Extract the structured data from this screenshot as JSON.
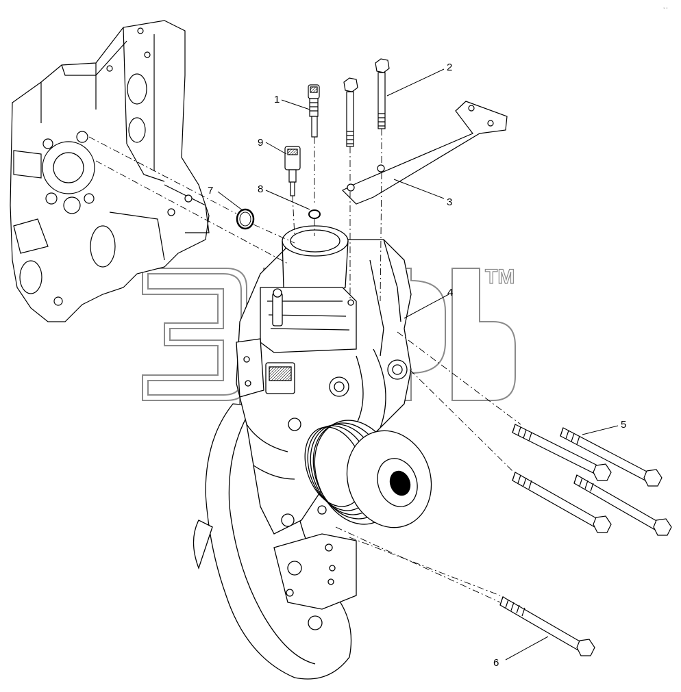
{
  "callouts": [
    {
      "id": "c1",
      "label": "1"
    },
    {
      "id": "c2",
      "label": "2"
    },
    {
      "id": "c3",
      "label": "3"
    },
    {
      "id": "c4",
      "label": "4"
    },
    {
      "id": "c5",
      "label": "5"
    },
    {
      "id": "c6",
      "label": "6"
    },
    {
      "id": "c7",
      "label": "7"
    },
    {
      "id": "c8",
      "label": "8"
    },
    {
      "id": "c9",
      "label": "9"
    }
  ],
  "watermark": {
    "trademark": "TM",
    "outline_color": "#8a8a8a"
  },
  "corner_mark": ",  ,"
}
